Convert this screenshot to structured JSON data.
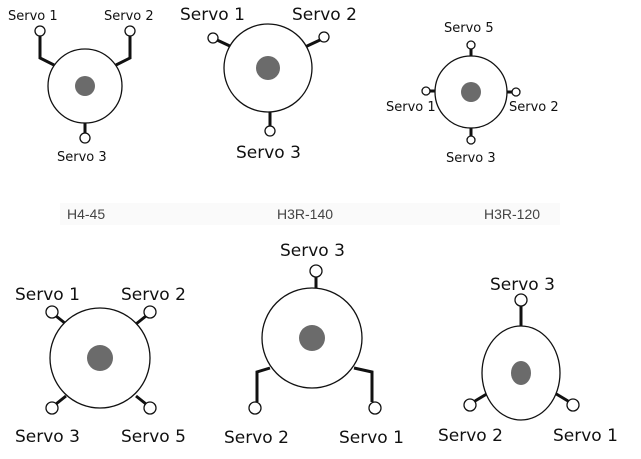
{
  "captions": [
    "H4-45",
    "H3R-140",
    "H3R-120"
  ],
  "diagrams": {
    "h4_45": {
      "servos": [
        "Servo 1",
        "Servo 2",
        "Servo 3"
      ]
    },
    "h3r_140": {
      "servos": [
        "Servo 1",
        "Servo 2",
        "Servo 3"
      ]
    },
    "h3r_120": {
      "servos": [
        "Servo 5",
        "Servo 1",
        "Servo 2",
        "Servo 3"
      ]
    },
    "bottom_quad": {
      "servos": [
        "Servo 1",
        "Servo 2",
        "Servo 3",
        "Servo 5"
      ]
    },
    "bottom_y": {
      "servos": [
        "Servo 3",
        "Servo 2",
        "Servo 1"
      ]
    },
    "bottom_tri": {
      "servos": [
        "Servo 3",
        "Servo 2",
        "Servo 1"
      ]
    }
  },
  "colors": {
    "hub": "#6b6b6b",
    "stroke": "#111111",
    "caption": "#444444"
  }
}
